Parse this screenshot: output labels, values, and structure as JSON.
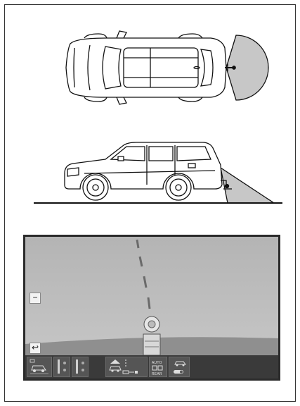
{
  "illustrations": {
    "top_view": {
      "subject": "vehicle-top-view"
    },
    "side_view": {
      "subject": "vehicle-side-view"
    }
  },
  "camera_screen": {
    "zoom_out_button": "−",
    "back_button": "↩",
    "bottom_bar": {
      "auto_label": "AUTO",
      "rear_label": "REAR"
    }
  },
  "colors": {
    "frame": "#333333",
    "screen_bezel": "#2b2b2b",
    "screen_sky": "#b9b9b9",
    "screen_ground": "#8f8f8f",
    "bar_background": "#3a3a3a",
    "camera_fov": "#c7c7c7"
  }
}
